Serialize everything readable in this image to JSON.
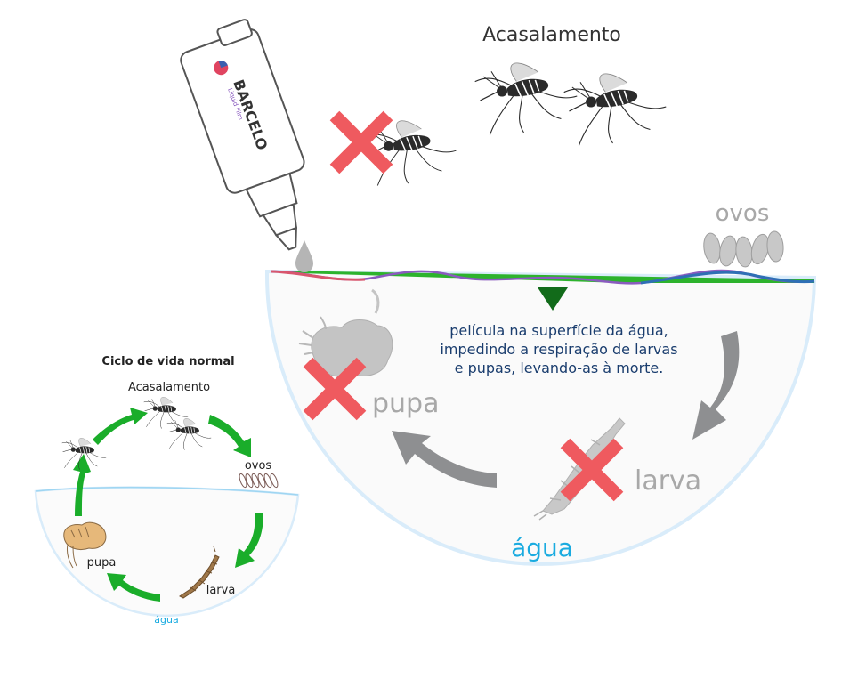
{
  "main": {
    "mating_label": "Acasalamento",
    "eggs_label": "ovos",
    "film_text_lines": [
      "película na superfície da água,",
      "impedindo a respiração de larvas",
      "e pupas, levando-as à morte."
    ],
    "pupa_label": "pupa",
    "larva_label": "larva",
    "water_label": "água"
  },
  "bottle": {
    "brand": "BARCELO",
    "sub": "Liquid Film"
  },
  "inset": {
    "title": "Ciclo de vida normal",
    "mating_label": "Acasalamento",
    "eggs_label": "ovos",
    "pupa_label": "pupa",
    "larva_label": "larva",
    "water_label": "água"
  },
  "colors": {
    "film_text": "#1a3d6e",
    "water_label": "#1aabe0",
    "cross": "#ef5a5f",
    "cycle_arrow": "#1aad2a",
    "gray_arrow": "#8e8f91",
    "film_green": "#2db32d",
    "film_blue": "#2f6fb5",
    "film_red": "#d8566e",
    "film_purple": "#8a5bbf",
    "faded_label": "#a8a8a8"
  },
  "icons": [
    "dropper-bottle-icon",
    "mosquito-icon",
    "cross-icon",
    "egg-icon",
    "pupa-icon",
    "larva-icon",
    "down-triangle-icon"
  ]
}
